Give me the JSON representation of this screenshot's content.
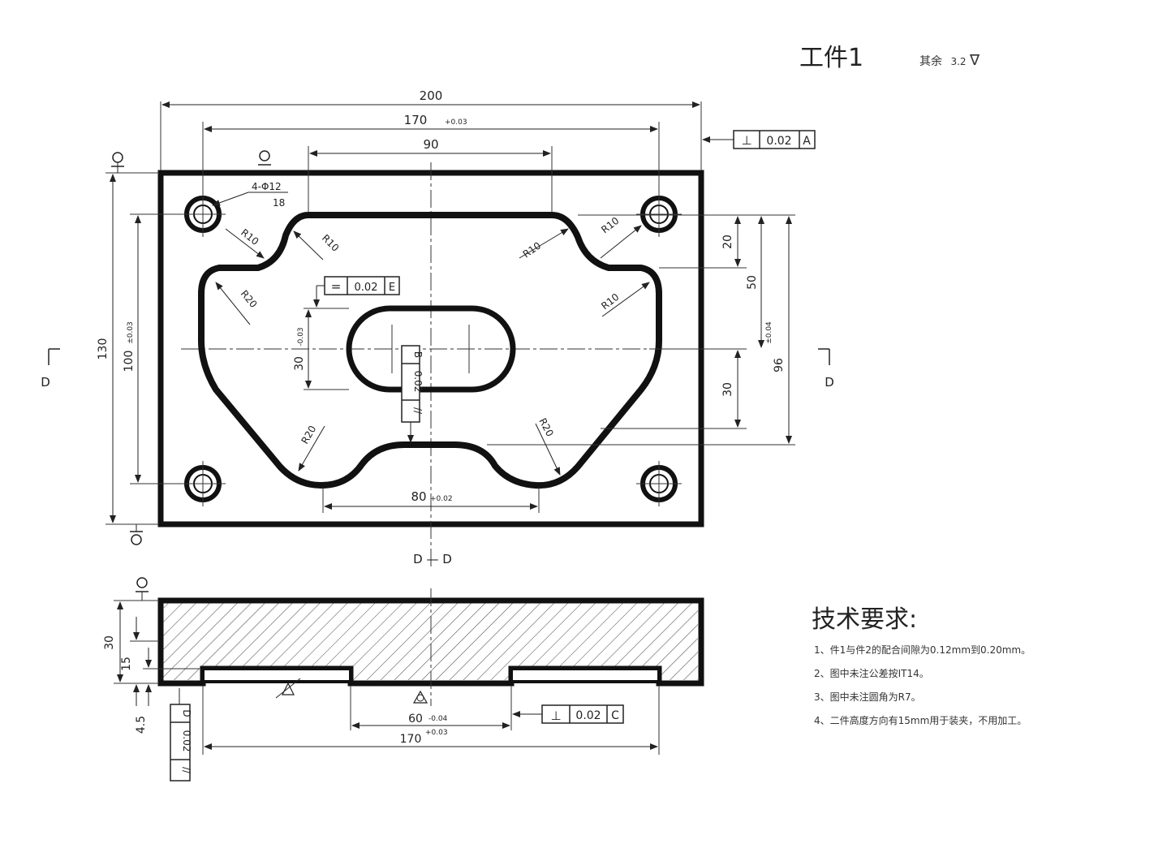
{
  "title": "工件1",
  "roughness": {
    "label": "其余",
    "value": "3.2"
  },
  "tech_requirements": {
    "heading": "技术要求:",
    "items": [
      "1、件1与件2的配合间隙为0.12mm到0.20mm。",
      "2、图中未注公差按IT14。",
      "3、图中未注圆角为R7。",
      "4、二件高度方向有15mm用于装夹，不用加工。"
    ]
  },
  "dims": {
    "d200": "200",
    "d170": "170",
    "d170_tol": "+0.03",
    "d90": "90",
    "d130": "130",
    "d100": "100",
    "d100_tol": "±0.03",
    "d20": "20",
    "d50": "50",
    "d30": "30",
    "d96": "96",
    "d96_tol": "±0.04",
    "d30_slot": "30",
    "d30_slot_tol": "-0.03",
    "d80": "80",
    "d80_tol": "+0.02",
    "holes": "4-Φ12",
    "hole_depth": "18",
    "r10": "R10",
    "r20": "R20",
    "side_30": "30",
    "side_15": "15",
    "side_45": "4.5",
    "side_60": "60",
    "side_60_tol": "-0.04",
    "side_170": "170",
    "side_170_tol": "+0.03"
  },
  "frames": {
    "perp_a": {
      "sym": "⊥",
      "tol": "0.02",
      "datum": "A"
    },
    "sym_e": {
      "sym": "=",
      "tol": "0.02",
      "datum": "E"
    },
    "par_b": {
      "sym": "//",
      "tol": "0.02",
      "datum": "B"
    },
    "perp_c": {
      "sym": "⊥",
      "tol": "0.02",
      "datum": "C"
    },
    "par_d": {
      "sym": "//",
      "tol": "0.02",
      "datum": "D"
    }
  },
  "section": {
    "d": "D",
    "dd": "D — D"
  }
}
